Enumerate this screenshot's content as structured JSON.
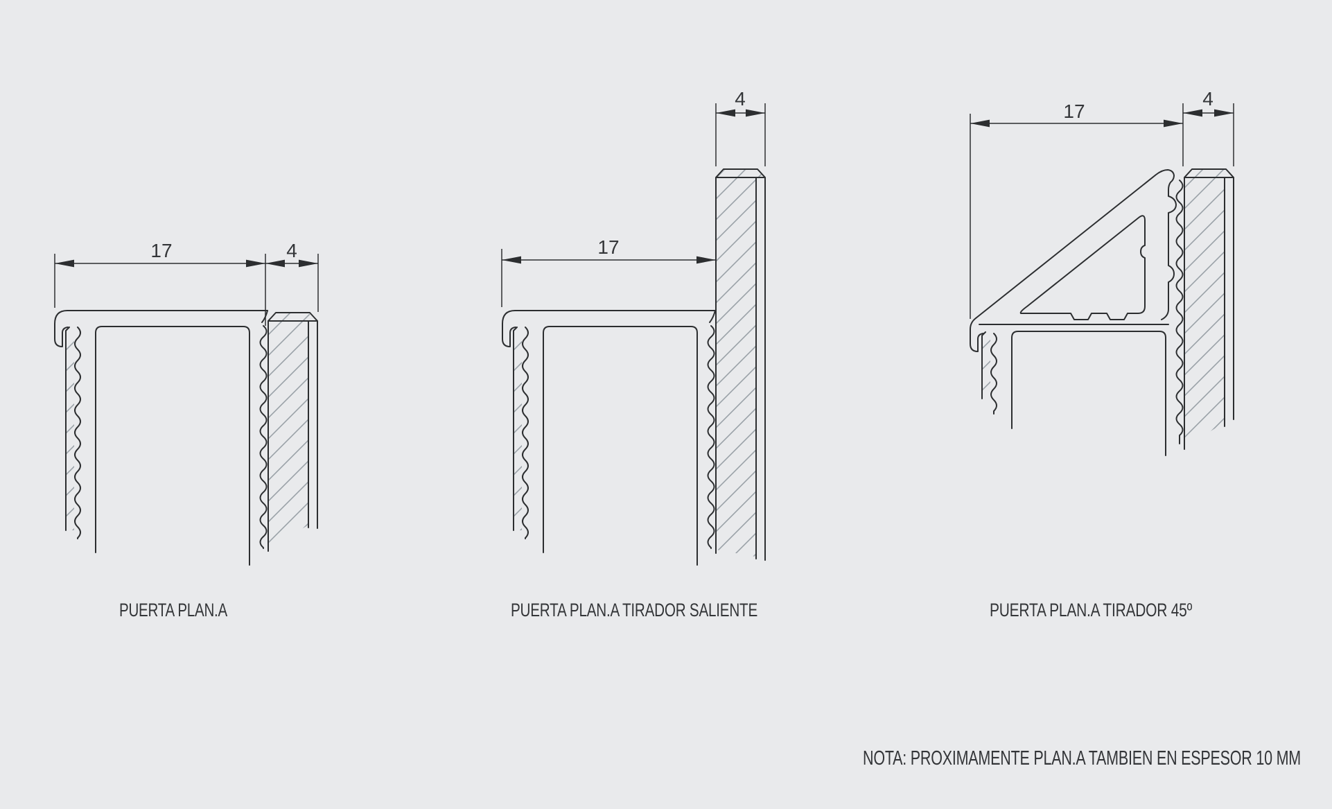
{
  "colors": {
    "background": "#e9eaec",
    "line": "#2c2e30",
    "hatch": "#9aa1a7",
    "text": "#333538"
  },
  "figures": [
    {
      "id": "puerta-plana",
      "label": "PUERTA PLAN.A",
      "dims": {
        "profile_width": "17",
        "panel_thickness": "4"
      }
    },
    {
      "id": "puerta-plana-tirador-saliente",
      "label": "PUERTA PLAN.A TIRADOR SALIENTE",
      "dims": {
        "profile_width": "17",
        "panel_thickness": "4"
      }
    },
    {
      "id": "puerta-plana-tirador-45",
      "label": "PUERTA PLAN.A TIRADOR 45º",
      "dims": {
        "profile_width": "17",
        "panel_thickness": "4"
      }
    }
  ],
  "note": "NOTA: PROXIMAMENTE PLAN.A TAMBIEN EN ESPESOR 10 MM"
}
